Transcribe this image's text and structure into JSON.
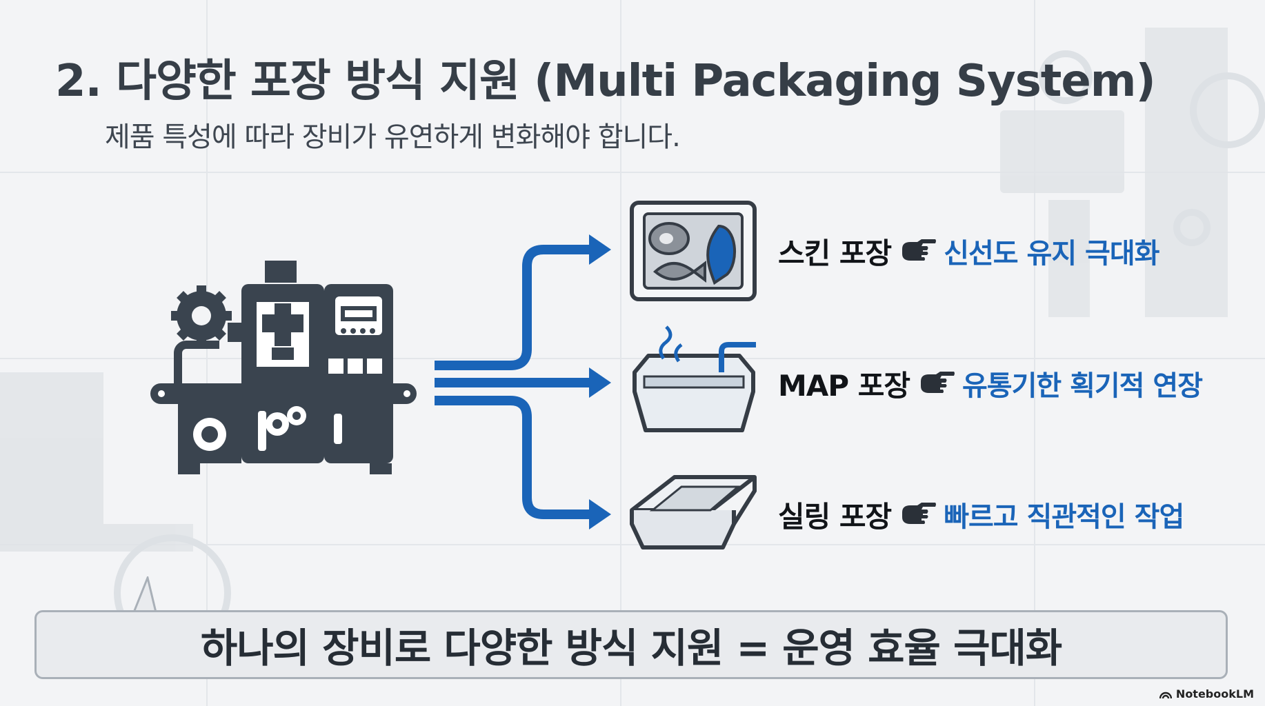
{
  "title": "2. 다양한 포장 방식 지원 (Multi Packaging System)",
  "subtitle": "제품 특성에 따라 장비가 유연하게 변화해야 합니다.",
  "methods": [
    {
      "name": "스킨 포장",
      "benefit": "신선도 유지 극대화",
      "icon": "skin-pack-tray-icon"
    },
    {
      "name": "MAP 포장",
      "benefit": "유통기한 획기적 연장",
      "icon": "map-gas-tray-icon"
    },
    {
      "name": "실링 포장",
      "benefit": "빠르고 직관적인 작업",
      "icon": "sealing-tray-icon"
    }
  ],
  "machine_icon": "packaging-machine-icon",
  "callout": "하나의 장비로 다양한 방식 지원 = 운영 효율 극대화",
  "brand": "NotebookLM",
  "colors": {
    "accent_blue": "#1a64b8",
    "machine_dark": "#3a444f",
    "text_dark": "#111418"
  }
}
